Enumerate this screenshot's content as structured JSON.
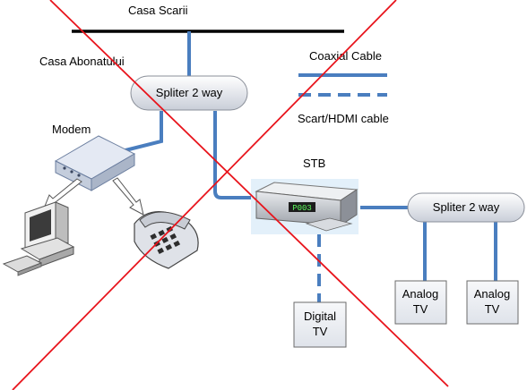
{
  "labels": {
    "casa_scarii": "Casa Scarii",
    "casa_abonatului": "Casa Abonatului",
    "splitter_top": "Spliter 2 way",
    "splitter_right": "Spliter 2 way",
    "modem": "Modem",
    "stb": "STB",
    "legend_coaxial": "Coaxial Cable",
    "legend_scart": "Scart/HDMI cable",
    "digital_tv_line1": "Digital",
    "digital_tv_line2": "TV",
    "analog_tv1_line1": "Analog",
    "analog_tv1_line2": "TV",
    "analog_tv2_line1": "Analog",
    "analog_tv2_line2": "TV",
    "stb_display": "P003"
  },
  "colors": {
    "cable": "#4a7ebf",
    "cross": "#e8141c",
    "splitter_fill_top": "#ffffff",
    "splitter_fill_bottom": "#c9ced8",
    "tv_box_fill": "#eef0f4"
  }
}
